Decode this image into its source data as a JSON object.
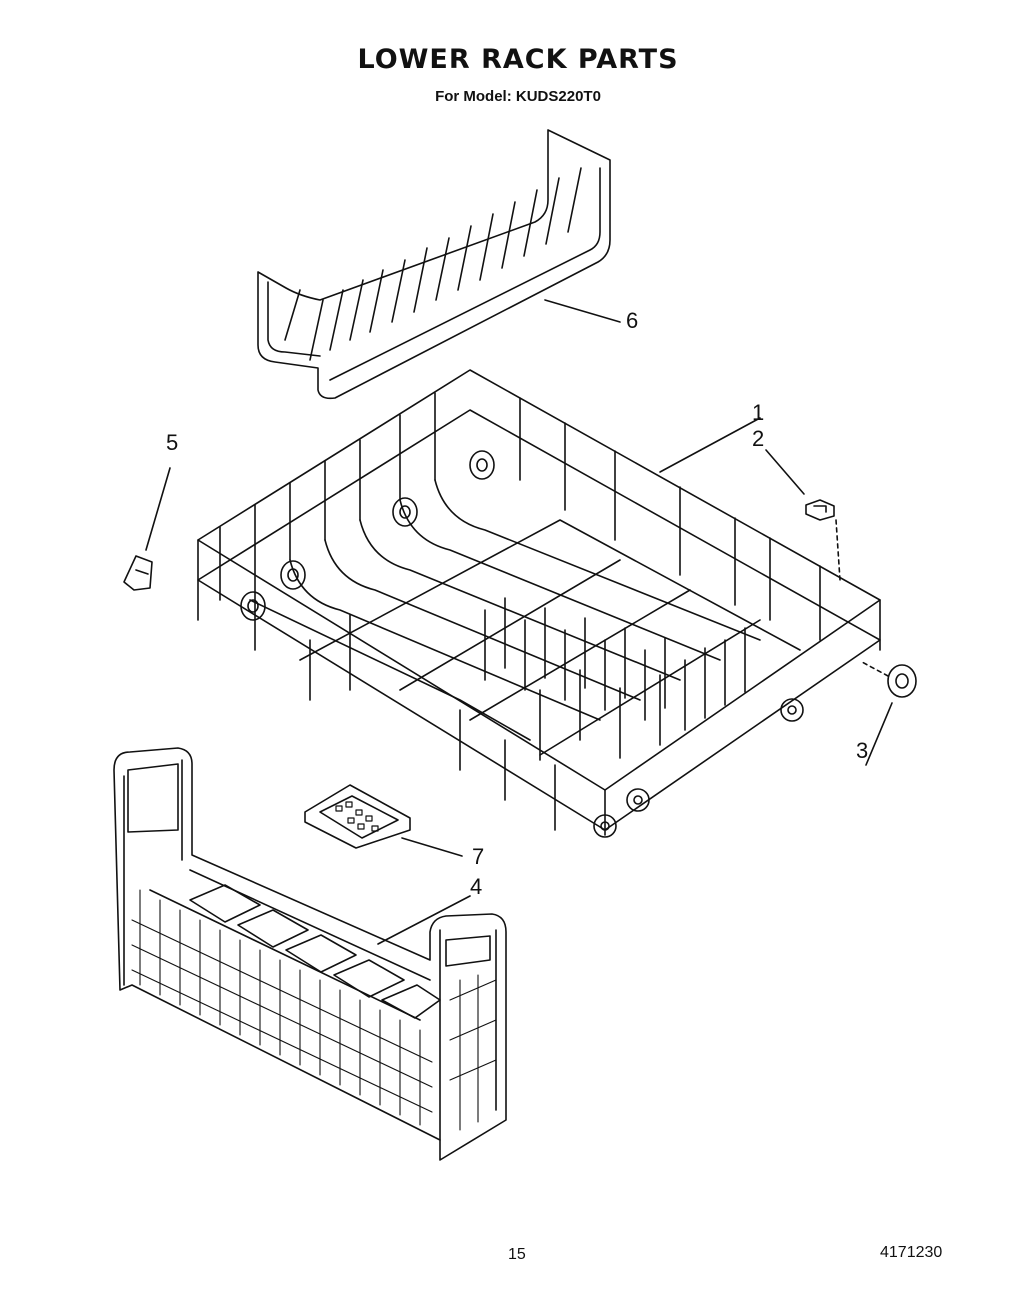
{
  "header": {
    "title": "LOWER RACK PARTS",
    "subtitle": "For Model: KUDS220T0"
  },
  "callouts": [
    {
      "id": "1",
      "label": "1"
    },
    {
      "id": "2",
      "label": "2"
    },
    {
      "id": "3",
      "label": "3"
    },
    {
      "id": "4",
      "label": "4"
    },
    {
      "id": "5",
      "label": "5"
    },
    {
      "id": "6",
      "label": "6"
    },
    {
      "id": "7",
      "label": "7"
    }
  ],
  "footer": {
    "page_number": "15",
    "document_number": "4171230"
  }
}
